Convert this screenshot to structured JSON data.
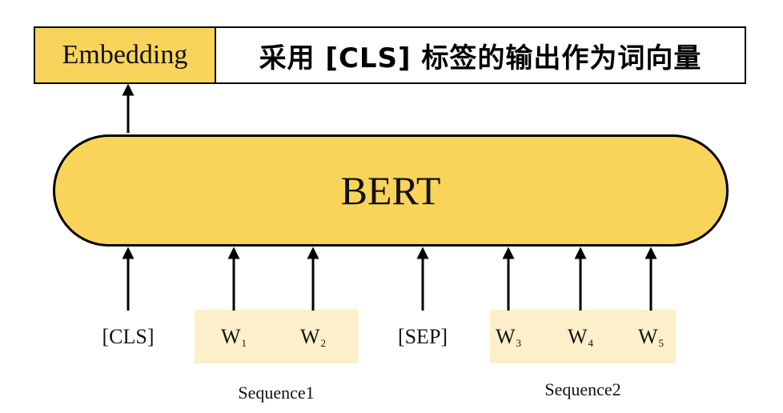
{
  "header": {
    "embedding_label": "Embedding",
    "description": "采用 [CLS] 标签的输出作为词向量"
  },
  "model": {
    "label": "BERT"
  },
  "tokens": [
    {
      "base": "[CLS]",
      "sub": ""
    },
    {
      "base": "W",
      "sub": "1"
    },
    {
      "base": "W",
      "sub": "2"
    },
    {
      "base": "[SEP]",
      "sub": ""
    },
    {
      "base": "W",
      "sub": "3"
    },
    {
      "base": "W",
      "sub": "4"
    },
    {
      "base": "W",
      "sub": "5"
    }
  ],
  "sequences": [
    {
      "label": "Sequence1"
    },
    {
      "label": "Sequence2"
    }
  ],
  "colors": {
    "accent_yellow": "#f9d45b",
    "sequence_highlight": "#fcefc9",
    "stroke": "#000000"
  }
}
